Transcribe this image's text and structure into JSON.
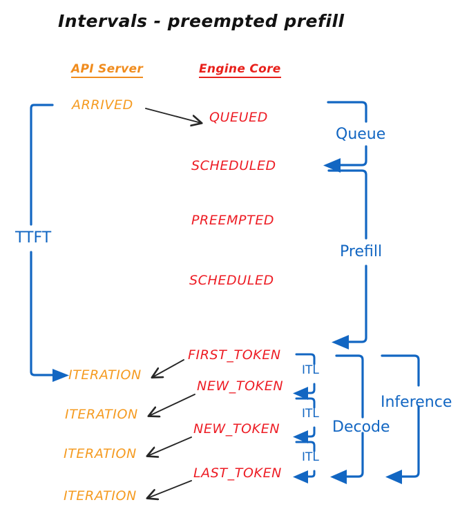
{
  "diagram": {
    "title": "Intervals - preempted prefill",
    "colors": {
      "api_server": "#F08C1E",
      "engine_core": "#ED1C24",
      "interval_blue": "#1266C2",
      "arrow_black": "#262626",
      "background": "#FFFFFF"
    },
    "columns": [
      {
        "label": "API Server",
        "color": "#F08C1E"
      },
      {
        "label": "Engine Core",
        "color": "#ED1C24"
      }
    ],
    "api_server_events": [
      {
        "label": "ARRIVED"
      },
      {
        "label": "ITERATION"
      },
      {
        "label": "ITERATION"
      },
      {
        "label": "ITERATION"
      },
      {
        "label": "ITERATION"
      }
    ],
    "engine_core_events": [
      {
        "label": "QUEUED"
      },
      {
        "label": "SCHEDULED"
      },
      {
        "label": "PREEMPTED"
      },
      {
        "label": "SCHEDULED"
      },
      {
        "label": "FIRST_TOKEN"
      },
      {
        "label": "NEW_TOKEN"
      },
      {
        "label": "NEW_TOKEN"
      },
      {
        "label": "LAST_TOKEN"
      }
    ],
    "intervals": [
      {
        "label": "TTFT"
      },
      {
        "label": "Queue"
      },
      {
        "label": "Prefill"
      },
      {
        "label": "ITL"
      },
      {
        "label": "ITL"
      },
      {
        "label": "ITL"
      },
      {
        "label": "Decode"
      },
      {
        "label": "Inference"
      }
    ]
  }
}
